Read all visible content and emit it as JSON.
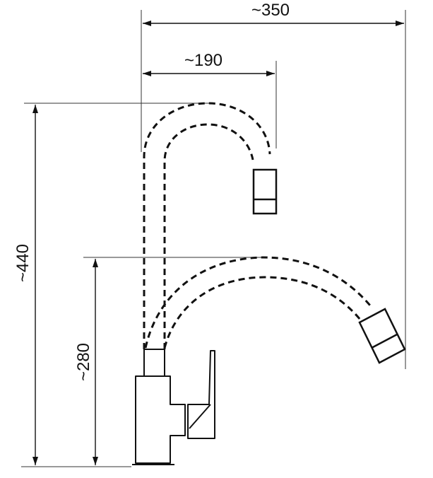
{
  "dimensions": {
    "overall_reach": "~350",
    "upper_reach": "~190",
    "overall_height": "~440",
    "lower_height": "~280"
  },
  "colors": {
    "line": "#111111",
    "extension": "#333333",
    "background": "#ffffff"
  }
}
